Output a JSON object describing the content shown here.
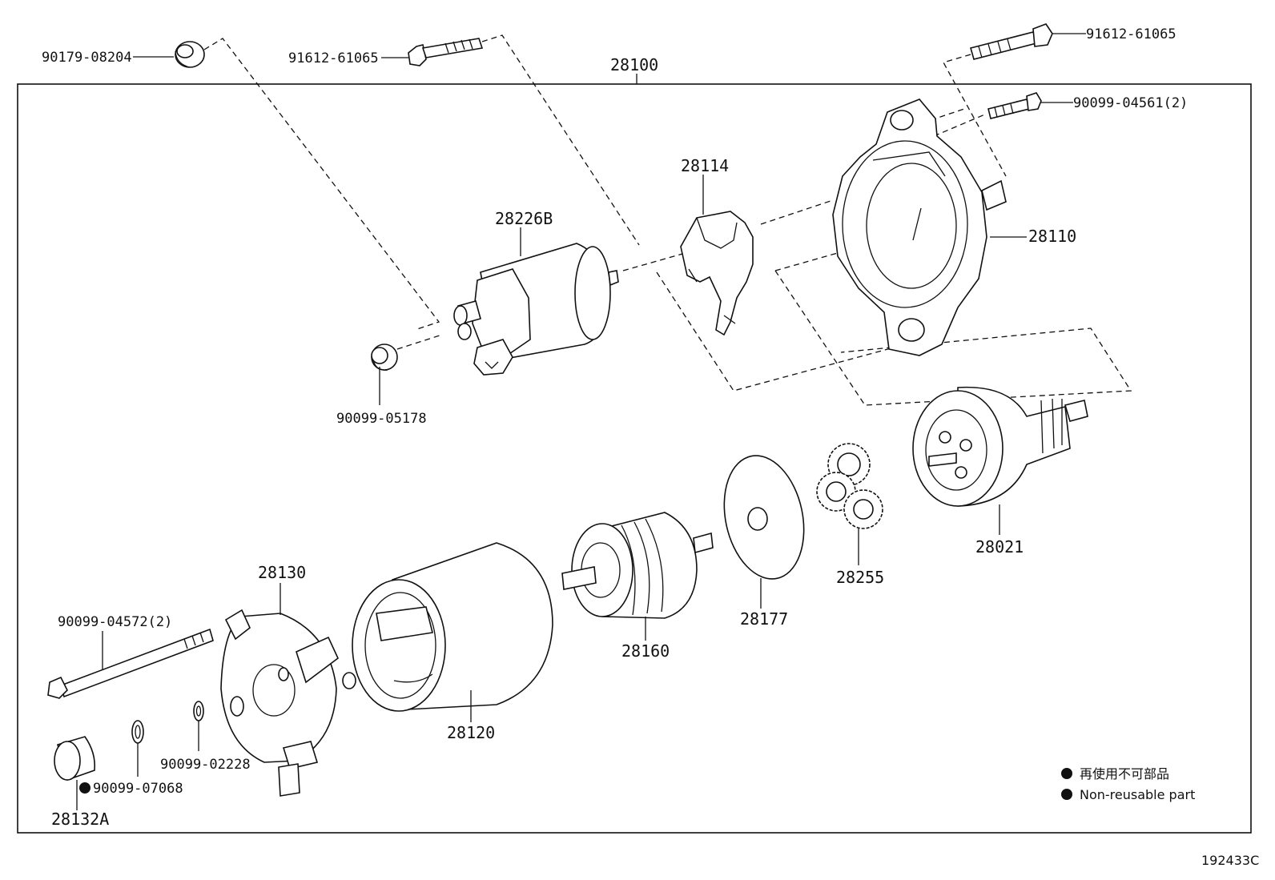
{
  "assembly_label": "28100",
  "diagram_code": "192433C",
  "legend": {
    "japanese": "再使用不可部品",
    "english": "Non-reusable part"
  },
  "parts": {
    "p90179_08204": "90179-08204",
    "p91612_61065_a": "91612-61065",
    "p91612_61065_b": "91612-61065",
    "p90099_04561": "90099-04561(2)",
    "p28114": "28114",
    "p28226b": "28226B",
    "p28110": "28110",
    "p90099_05178": "90099-05178",
    "p28021": "28021",
    "p28255": "28255",
    "p28177": "28177",
    "p28160": "28160",
    "p28130": "28130",
    "p90099_04572": "90099-04572(2)",
    "p28120": "28120",
    "p90099_02228": "90099-02228",
    "p90099_07068": "90099-07068",
    "p28132a": "28132A"
  },
  "non_reusable_parts": [
    "90099-07068"
  ]
}
